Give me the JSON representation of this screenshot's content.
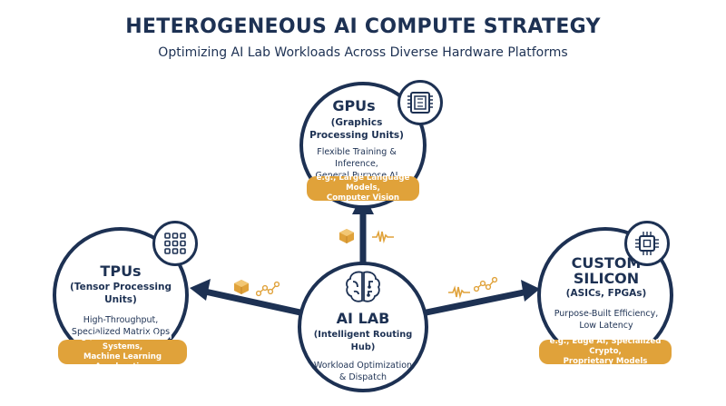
{
  "header": {
    "title": "HETEROGENEOUS AI COMPUTE STRATEGY",
    "subtitle": "Optimizing AI Lab Workloads Across Diverse Hardware Platforms"
  },
  "colors": {
    "navy": "#1d3153",
    "accent_orange": "#e0a23a",
    "background": "#ffffff"
  },
  "hub": {
    "title": "AI LAB",
    "subtitle": "(Intelligent Routing Hub)",
    "description_line1": "Workload Optimization",
    "description_line2": "& Dispatch",
    "icon": "brain-circuit-icon"
  },
  "gpus": {
    "title": "GPUs",
    "subtitle_line1": "(Graphics",
    "subtitle_line2": "Processing Units)",
    "description_line1": "Flexible Training & Inference,",
    "description_line2": "General Purpose AI",
    "example_line1": "e.g., Large Language Models,",
    "example_line2": "Computer Vision",
    "icon": "gpu-chip-icon"
  },
  "tpus": {
    "title": "TPUs",
    "subtitle": "(Tensor Processing Units)",
    "description_line1": "High-Throughput,",
    "description_line2": "Specialized Matrix Ops",
    "example_line1": "e.g., Recommendation Systems,",
    "example_line2": "Machine Learning Acceleration",
    "icon": "matrix-grid-icon"
  },
  "custom_silicon": {
    "title_line1": "CUSTOM",
    "title_line2": "SILICON",
    "subtitle": "(ASICs, FPGAs)",
    "description_line1": "Purpose-Built Efficiency,",
    "description_line2": "Low Latency",
    "example_line1": "e.g., Edge AI, Specialized Crypto,",
    "example_line2": "Proprietary Models",
    "icon": "asic-chip-icon"
  },
  "decorations": [
    "data-cube-icon",
    "signal-wave-icon",
    "network-nodes-icon"
  ]
}
